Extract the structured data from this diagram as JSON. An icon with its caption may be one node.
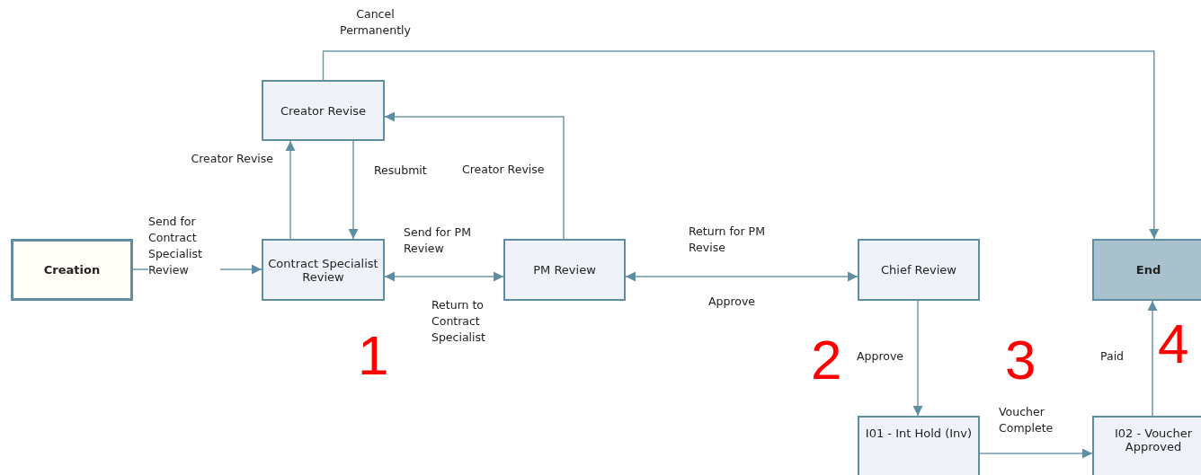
{
  "diagram": {
    "nodes": [
      {
        "text": [
          "Creation"
        ]
      },
      {
        "text": [
          "Creator Revise"
        ]
      },
      {
        "text": [
          "Contract Specialist Review"
        ]
      },
      {
        "text": [
          "PM Review"
        ]
      },
      {
        "text": [
          "Chief Review"
        ]
      },
      {
        "text": [
          "End"
        ]
      },
      {
        "text": [
          "I01 - Int Hold (Inv)"
        ]
      },
      {
        "text": [
          "I02 - Voucher Approved"
        ]
      }
    ],
    "edges": [
      {
        "from": 0,
        "to": 2,
        "arrow": "to",
        "label": "Send for Contract Specialist Review"
      },
      {
        "from": 2,
        "to": 1,
        "arrow": "to",
        "label": "Creator Revise"
      },
      {
        "from": 1,
        "to": 2,
        "arrow": "to",
        "label": "Resubmit"
      },
      {
        "from": 2,
        "to": 3,
        "arrow": "both",
        "label": "Send for PM Review"
      },
      {
        "from": 3,
        "to": 1,
        "arrow": "to",
        "label": "Creator Revise"
      },
      {
        "from": 3,
        "to": 4,
        "arrow": "both",
        "label": "Approve"
      },
      {
        "from": 4,
        "to": 6,
        "arrow": "to",
        "label": "Approve"
      },
      {
        "from": 6,
        "to": 7,
        "arrow": "to",
        "label": "Voucher Complete"
      },
      {
        "from": 7,
        "to": 5,
        "arrow": "to",
        "label": "Paid"
      },
      {
        "from": 1,
        "to": 5,
        "arrow": "to",
        "label": "Cancel Permanently"
      }
    ],
    "labels": [
      "Return to Contract Specialist",
      "Return for PM Revise",
      "1",
      "2",
      "3",
      "4"
    ]
  }
}
